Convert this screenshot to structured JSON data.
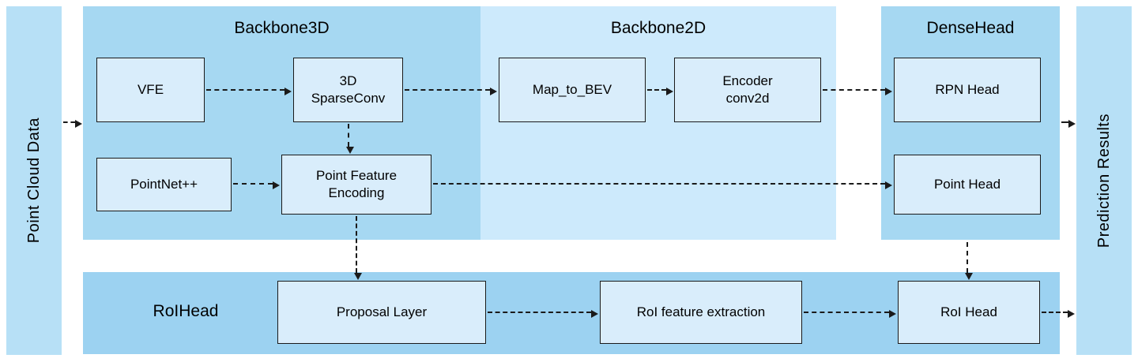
{
  "colors": {
    "side_bar": "#b7e0f6",
    "backbone3d_panel": "#a6d8f2",
    "backbone2d_panel": "#cdeafc",
    "densehead_panel": "#a6d8f2",
    "roihead_panel": "#9cd2f1",
    "node_fill": "#d9edfb",
    "line": "#1a1a1a"
  },
  "left_bar": {
    "label": "Point Cloud Data"
  },
  "right_bar": {
    "label": "Prediction Results"
  },
  "panels": {
    "backbone3d": "Backbone3D",
    "backbone2d": "Backbone2D",
    "densehead": "DenseHead",
    "roihead": "RoIHead"
  },
  "nodes": {
    "vfe": "VFE",
    "sparseconv": "3D\nSparseConv",
    "map_to_bev": "Map_to_BEV",
    "encoder": "Encoder\nconv2d",
    "rpn_head": "RPN Head",
    "pointnet": "PointNet++",
    "pfe": "Point Feature\nEncoding",
    "point_head": "Point Head",
    "proposal": "Proposal Layer",
    "roi_feat": "RoI feature extraction",
    "roi_head": "RoI Head"
  }
}
